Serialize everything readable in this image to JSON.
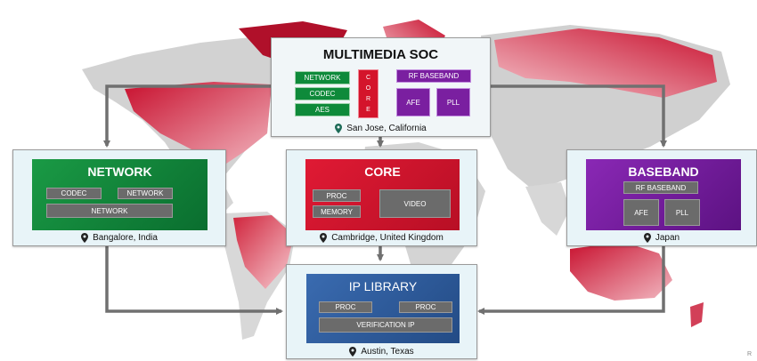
{
  "multimedia_soc": {
    "title": "MULTIMEDIA SOC",
    "left_blocks": [
      "NETWORK",
      "CODEC",
      "AES"
    ],
    "core_letters": [
      "C",
      "O",
      "R",
      "E"
    ],
    "rf_baseband": "RF BASEBAND",
    "afe": "AFE",
    "pll": "PLL",
    "location": "San Jose, California"
  },
  "network": {
    "title": "NETWORK",
    "blocks": [
      "CODEC",
      "NETWORK",
      "NETWORK"
    ],
    "location": "Bangalore, India"
  },
  "core": {
    "title": "CORE",
    "proc": "PROC",
    "memory": "MEMORY",
    "video": "VIDEO",
    "location": "Cambridge, United Kingdom"
  },
  "baseband": {
    "title": "BASEBAND",
    "rf_baseband": "RF BASEBAND",
    "afe": "AFE",
    "pll": "PLL",
    "location": "Japan"
  },
  "ip_library": {
    "title": "IP LIBRARY",
    "proc_left": "PROC",
    "proc_right": "PROC",
    "verification": "VERIFICATION IP",
    "location": "Austin, Texas"
  },
  "corner_mark": "R",
  "colors": {
    "green": "#0e8a3a",
    "red": "#d4142b",
    "purple": "#7a1fa0",
    "blue": "#2f5d9c",
    "gray": "#6b6b6b",
    "arrow": "#707070",
    "map_gray": "#cfcfcf",
    "map_red": "#d42a44"
  }
}
